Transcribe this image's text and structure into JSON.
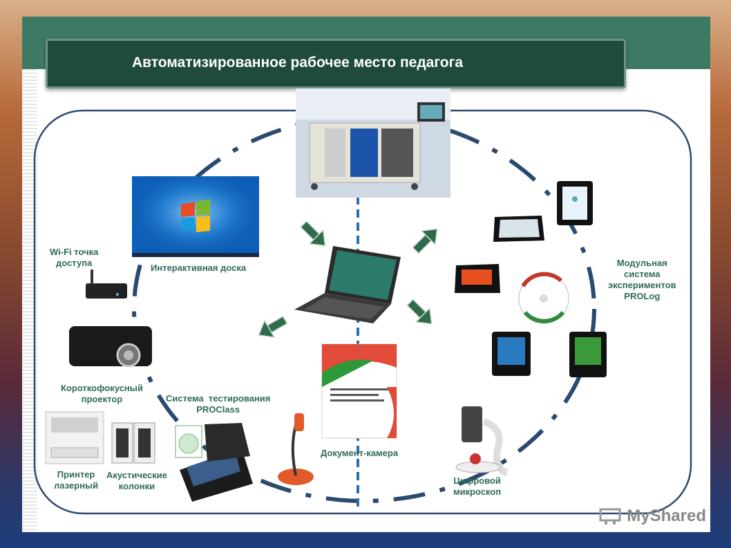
{
  "title": "Автоматизированное рабочее место педагога",
  "labels": {
    "wifi": "Wi-Fi точка\nдоступа",
    "board": "Интерактивная доска",
    "projector": "Короткофокусный\nпроектор",
    "testing": "Система  тестирования\nPROClass",
    "printer": "Принтер\nлазерный",
    "speakers": "Акустические\nколонки",
    "doccam": "Документ-камера",
    "microscope": "Цифровой\nмикроскоп",
    "prolog": "Модульная\nсистема\nэкспериментов\nPROLog"
  },
  "watermark": "MyShared",
  "colors": {
    "title_bg": "#1e4b3c",
    "label": "#2e6b5a",
    "frame": "#2d4a6e",
    "arrow": "#2f6b4a",
    "dash": "#2a4a70"
  }
}
